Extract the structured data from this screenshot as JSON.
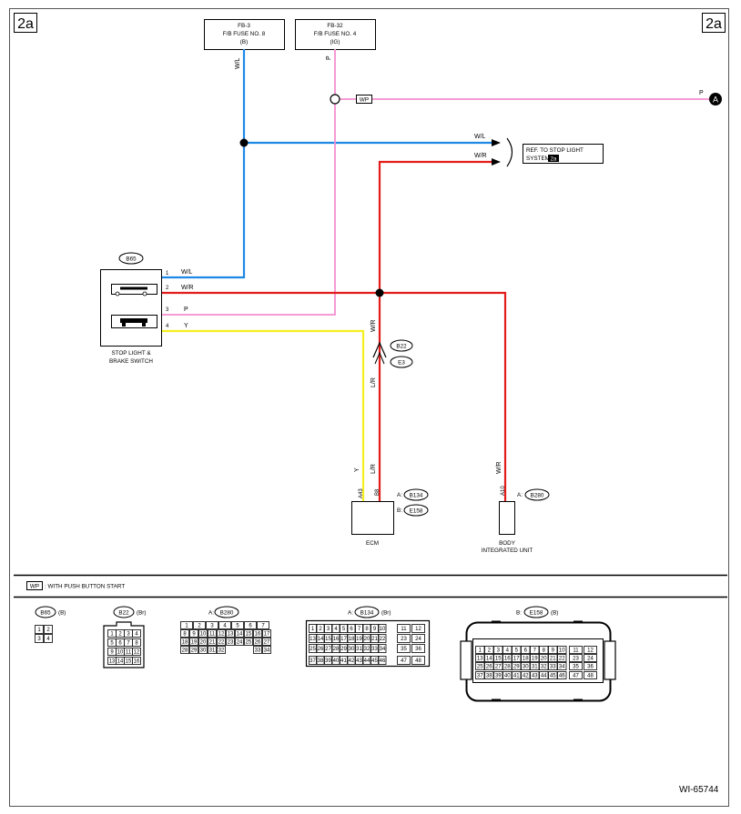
{
  "diagram": {
    "section_tag_left": "2a",
    "section_tag_right": "2a",
    "fuses": [
      {
        "id": "FB-3",
        "name": "F/B FUSE NO. 8",
        "supply": "(B)"
      },
      {
        "id": "FB-32",
        "name": "F/B FUSE NO. 4",
        "supply": "(IG)"
      }
    ],
    "ref": {
      "line1": "REF. TO STOP LIGHT",
      "line2": "SYSTEM",
      "tag": "2a"
    },
    "connector_A": "A",
    "wire_colors": {
      "wl": "W/L",
      "wr": "W/R",
      "p": "P",
      "y": "Y",
      "lr": "L/R",
      "wp": "WP"
    },
    "switch": {
      "connector": "B65",
      "pins": [
        "1",
        "2",
        "3",
        "4"
      ],
      "label_line1": "STOP LIGHT &",
      "label_line2": "BRAKE SWITCH"
    },
    "joint": {
      "top": "B22",
      "bottom": "E3"
    },
    "ecm": {
      "label": "ECM",
      "pin_left": "A43",
      "pin_right": "B8",
      "conn_a": "B134",
      "conn_b": "E158",
      "prefix_a": "A:",
      "prefix_b": "B:"
    },
    "biu": {
      "label_line1": "BODY",
      "label_line2": "INTEGRATED UNIT",
      "pin": "A10",
      "conn": "B280",
      "prefix": "A:"
    },
    "legend": {
      "code": "WP",
      "text": ": WITH PUSH BUTTON START"
    },
    "figure_id": "WI-65744",
    "colors": {
      "blue": "#1e88e5",
      "pink": "#f48fd0",
      "red": "#e21b1b",
      "yellow": "#f5ee1e"
    }
  },
  "connector_views": {
    "b65": {
      "name": "B65",
      "suffix": "(B)",
      "cells": [
        "1",
        "2",
        "3",
        "4"
      ]
    },
    "b22": {
      "name": "B22",
      "suffix": "(Br)",
      "cells": [
        "1",
        "2",
        "3",
        "4",
        "5",
        "6",
        "7",
        "8",
        "9",
        "10",
        "11",
        "12",
        "13",
        "14",
        "15",
        "16"
      ]
    },
    "b280": {
      "name": "B280",
      "prefix": "A:",
      "cells": [
        "1",
        "2",
        "3",
        "4",
        "5",
        "6",
        "7",
        "8",
        "9",
        "10",
        "11",
        "12",
        "13",
        "14",
        "15",
        "16",
        "17",
        "18",
        "19",
        "20",
        "21",
        "22",
        "23",
        "24",
        "25",
        "26",
        "27",
        "28",
        "29",
        "30",
        "31",
        "32",
        "33",
        "34"
      ]
    },
    "b134": {
      "name": "B134",
      "prefix": "A:",
      "suffix": "(Br)",
      "cells": [
        "1",
        "2",
        "3",
        "4",
        "5",
        "6",
        "7",
        "8",
        "9",
        "10",
        "11",
        "12",
        "13",
        "14",
        "15",
        "16",
        "17",
        "18",
        "19",
        "20",
        "21",
        "22",
        "23",
        "24",
        "25",
        "26",
        "27",
        "28",
        "29",
        "30",
        "31",
        "32",
        "33",
        "34",
        "35",
        "36",
        "37",
        "38",
        "39",
        "40",
        "41",
        "42",
        "43",
        "44",
        "45",
        "46",
        "47",
        "48"
      ]
    },
    "e158": {
      "name": "E158",
      "prefix": "B:",
      "suffix": "(B)",
      "cells": [
        "1",
        "2",
        "3",
        "4",
        "5",
        "6",
        "7",
        "8",
        "9",
        "10",
        "11",
        "12",
        "13",
        "14",
        "15",
        "16",
        "17",
        "18",
        "19",
        "20",
        "21",
        "22",
        "23",
        "24",
        "25",
        "26",
        "27",
        "28",
        "29",
        "30",
        "31",
        "32",
        "33",
        "34",
        "35",
        "36",
        "37",
        "38",
        "39",
        "40",
        "41",
        "42",
        "43",
        "44",
        "45",
        "46",
        "47",
        "48"
      ]
    }
  }
}
